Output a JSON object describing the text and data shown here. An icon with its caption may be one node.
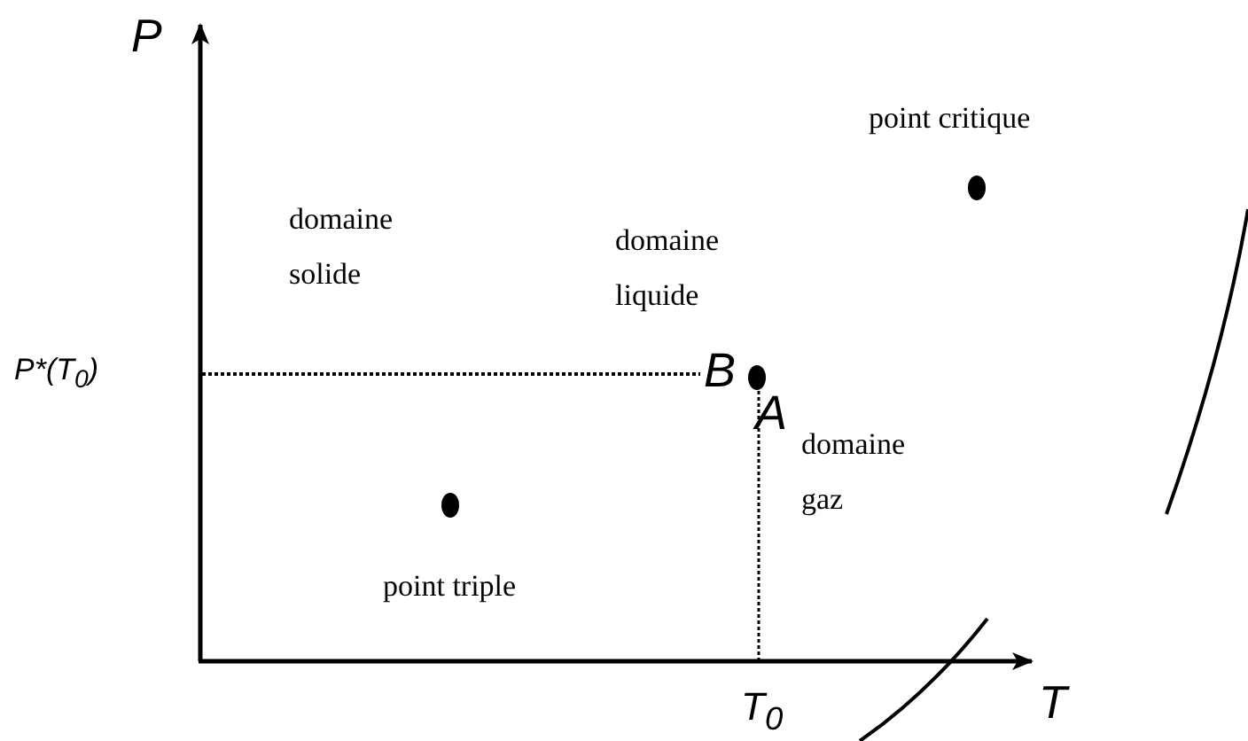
{
  "diagram": {
    "labels": [
      "P",
      "point critique",
      "domaine solide",
      "domaine liquide",
      "P*(T$_{0}$)",
      "B",
      "A",
      "domaine gaz",
      "point triple",
      "T$_{0}$",
      "T"
    ]
  }
}
